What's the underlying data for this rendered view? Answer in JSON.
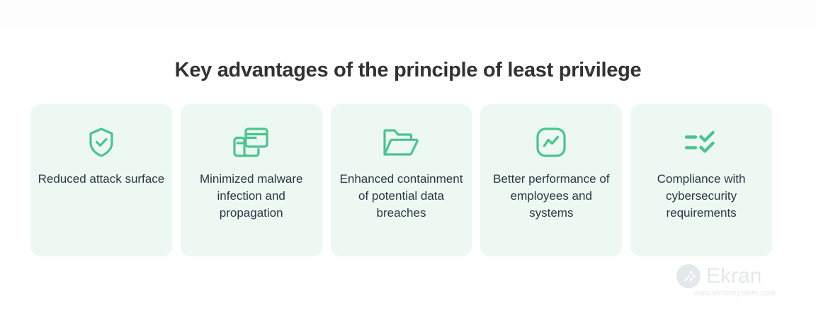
{
  "page": {
    "title": "Key advantages of the principle of least privilege",
    "background_color": "#ffffff",
    "top_band_color": "#fdfdfd",
    "title_color": "#323232"
  },
  "theme": {
    "card_background": "#edf8f3",
    "icon_accent": "#4cc38f",
    "card_text_color": "#2b3642",
    "logo_color": "#e3e8ec"
  },
  "cards": [
    {
      "icon": "shield-check-icon",
      "label": "Reduced attack surface"
    },
    {
      "icon": "overlapping-windows-icon",
      "label": "Minimized malware infection and propagation"
    },
    {
      "icon": "open-folder-icon",
      "label": "Enhanced containment of potential data breaches"
    },
    {
      "icon": "performance-chart-icon",
      "label": "Better performance of employees and systems"
    },
    {
      "icon": "checklist-icon",
      "label": "Compliance with cybersecurity requirements"
    }
  ],
  "branding": {
    "name": "Ekran",
    "url": "www.ekransystem.com",
    "mark": "chevron-circle-icon"
  }
}
